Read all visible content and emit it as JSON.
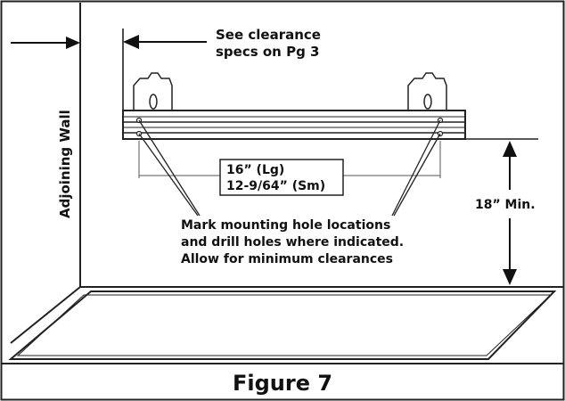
{
  "figure": {
    "caption": "Figure 7",
    "labels": {
      "adjoining_wall": "Adjoining Wall",
      "clearance_line1": "See clearance",
      "clearance_line2": "specs on Pg 3",
      "width_lg": "16” (Lg)",
      "width_sm": "12-9/64” (Sm)",
      "height_min": "18” Min.",
      "instruction_line1": "Mark mounting hole locations",
      "instruction_line2": "and drill holes where indicated.",
      "instruction_line3": "Allow for minimum clearances"
    }
  }
}
